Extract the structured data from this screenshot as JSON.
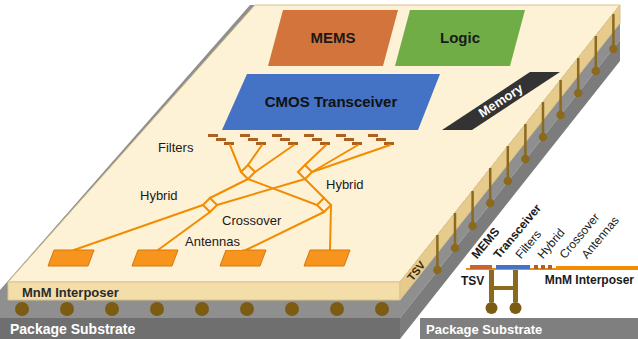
{
  "diagram": {
    "nodes": [
      {
        "text": [
          "Package Substrate"
        ]
      },
      {
        "text": [
          "MnM Interposer"
        ],
        "in": 0
      },
      {
        "text": [
          "MEMS"
        ],
        "in": 1
      },
      {
        "text": [
          "Logic"
        ],
        "in": 1
      },
      {
        "text": [
          "CMOS Transceiver"
        ],
        "in": 1
      },
      {
        "text": [
          "Memory"
        ],
        "in": 1
      },
      {
        "text": [
          "Package Substrate"
        ]
      }
    ],
    "labels": [
      "Filters",
      "Hybrid",
      "Hybrid",
      "Crossover",
      "Antennas",
      "TSV",
      "MEMS",
      "Transceiver",
      "Filters",
      "Hybrid",
      "Crossover",
      "Antennas",
      "TSV",
      "MnM Interposer"
    ]
  }
}
